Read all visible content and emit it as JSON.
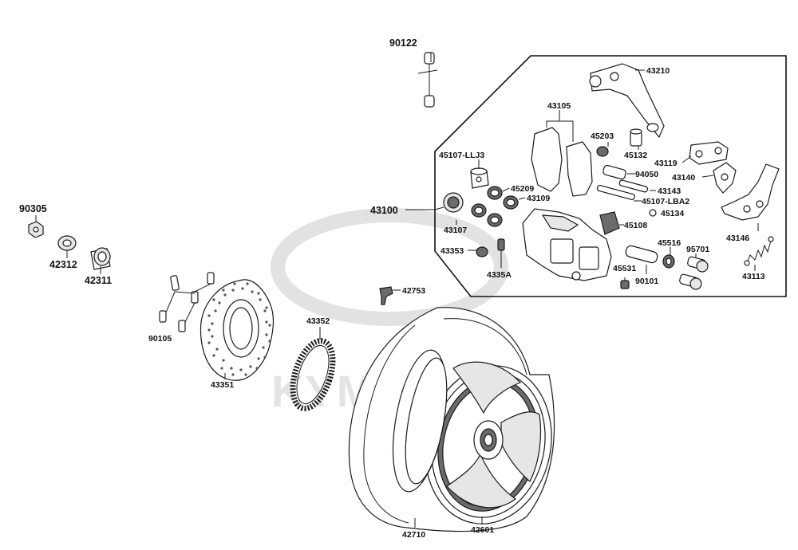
{
  "diagram": {
    "watermark": "KYMCO",
    "labels": {
      "p90122": "90122",
      "p43210": "43210",
      "p43105": "43105",
      "p45203": "45203",
      "p45132": "45132",
      "p43119": "43119",
      "p45107_llj3": "45107-LLJ3",
      "p94050": "94050",
      "p43140": "43140",
      "p45209": "45209",
      "p43143": "43143",
      "p43109": "43109",
      "p45107_lba2": "45107-LBA2",
      "p43100": "43100",
      "p45134": "45134",
      "p43107": "43107",
      "p45108": "45108",
      "p43146": "43146",
      "p45516": "45516",
      "p95701": "95701",
      "p43353": "43353",
      "p4335a": "4335A",
      "p43113": "43113",
      "p45531": "45531",
      "p90101": "90101",
      "p42753": "42753",
      "p90305": "90305",
      "p42312": "42312",
      "p42311": "42311",
      "p90105": "90105",
      "p43352": "43352",
      "p43351": "43351",
      "p42710": "42710",
      "p42601": "42601"
    }
  }
}
